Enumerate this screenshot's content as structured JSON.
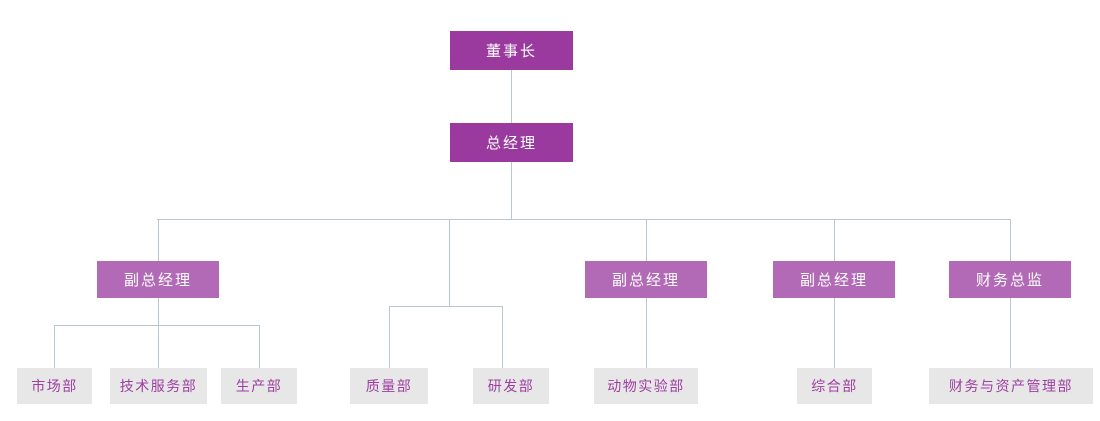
{
  "org_chart": {
    "type": "organization-chart",
    "nodes": {
      "chairman": {
        "label": "董事长",
        "level": "executive"
      },
      "general_manager": {
        "label": "总经理",
        "level": "executive"
      },
      "deputy_gm_1": {
        "label": "副总经理",
        "level": "manager"
      },
      "deputy_gm_2": {
        "label": "副总经理",
        "level": "manager"
      },
      "deputy_gm_3": {
        "label": "副总经理",
        "level": "manager"
      },
      "finance_director": {
        "label": "财务总监",
        "level": "manager"
      },
      "marketing": {
        "label": "市场部",
        "level": "department"
      },
      "tech_service": {
        "label": "技术服务部",
        "level": "department"
      },
      "production": {
        "label": "生产部",
        "level": "department"
      },
      "quality": {
        "label": "质量部",
        "level": "department"
      },
      "rd": {
        "label": "研发部",
        "level": "department"
      },
      "animal_lab": {
        "label": "动物实验部",
        "level": "department"
      },
      "general_affairs": {
        "label": "综合部",
        "level": "department"
      },
      "finance_asset": {
        "label": "财务与资产管理部",
        "level": "department"
      }
    },
    "hierarchy": {
      "label": "董事长",
      "children": [
        {
          "label": "总经理",
          "children": [
            {
              "label": "副总经理",
              "children": [
                "市场部",
                "技术服务部",
                "生产部"
              ]
            },
            {
              "label": null,
              "children": [
                "质量部",
                "研发部"
              ]
            },
            {
              "label": "副总经理",
              "children": [
                "动物实验部"
              ]
            },
            {
              "label": "副总经理",
              "children": [
                "综合部"
              ]
            },
            {
              "label": "财务总监",
              "children": [
                "财务与资产管理部"
              ]
            }
          ]
        }
      ]
    }
  },
  "colors": {
    "executive_fill": "#9a3a9e",
    "manager_fill": "#b269b6",
    "department_fill": "#e8e7e8",
    "department_text": "#9c3f9f",
    "connector": "#b8c8d2"
  }
}
